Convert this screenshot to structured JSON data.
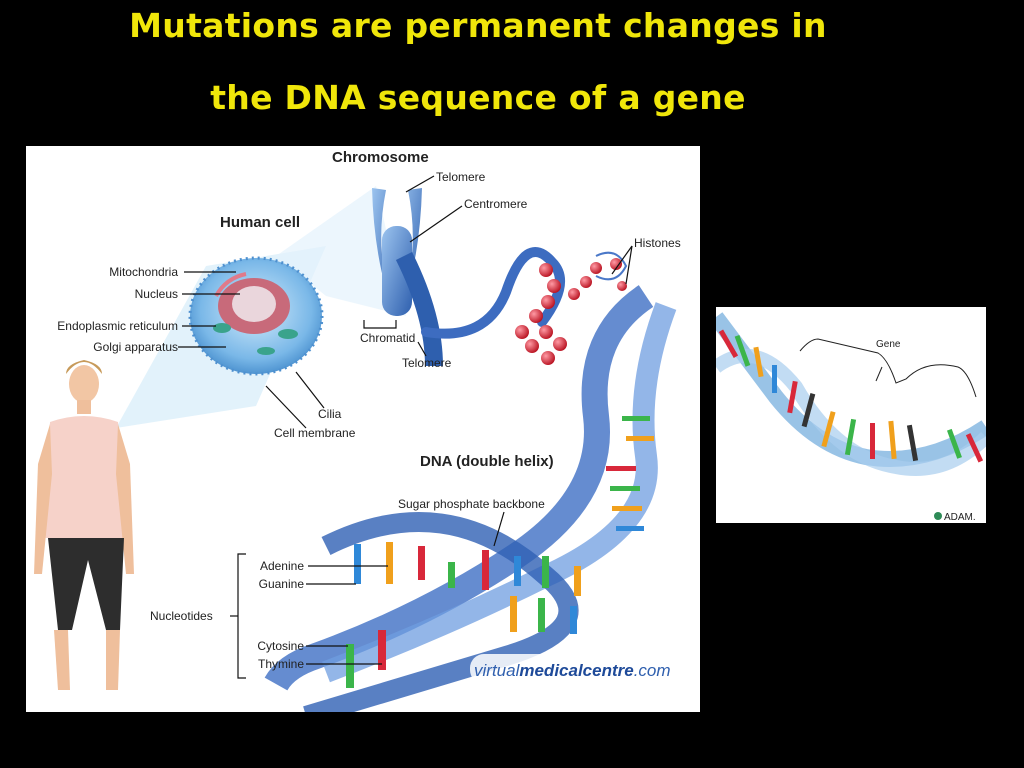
{
  "slide": {
    "title_line1": "Mutations are permanent changes in",
    "title_line2": "the DNA sequence of a gene"
  },
  "main_diagram": {
    "labels": {
      "chromosome": "Chromosome",
      "telomere_top": "Telomere",
      "centromere": "Centromere",
      "human_cell": "Human cell",
      "histones": "Histones",
      "mitochondria": "Mitochondria",
      "nucleus": "Nucleus",
      "endoplasmic_reticulum": "Endoplasmic reticulum",
      "golgi_apparatus": "Golgi apparatus",
      "chromatid": "Chromatid",
      "telomere_bottom": "Telomere",
      "cilia": "Cilia",
      "cell_membrane": "Cell membrane",
      "dna_double_helix": "DNA (double helix)",
      "sugar_phosphate_backbone": "Sugar phosphate backbone",
      "adenine": "Adenine",
      "guanine": "Guanine",
      "nucleotides": "Nucleotides",
      "cytosine": "Cytosine",
      "thymine": "Thymine"
    },
    "watermark_prefix": "virtual",
    "watermark_brand": "medicalcentre",
    "watermark_suffix": ".com"
  },
  "gene_diagram": {
    "gene_label": "Gene",
    "logo": "ADAM."
  },
  "colors": {
    "title": "#f0e60a",
    "background": "#000000",
    "helix_blue": "#4a78c8",
    "histone_red": "#d8283a",
    "cell_blue": "#7ab8e8"
  }
}
